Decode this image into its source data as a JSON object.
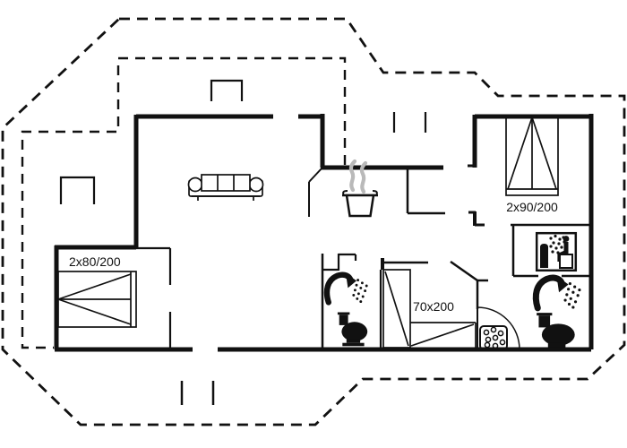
{
  "colors": {
    "ink": "#111111",
    "steam": "#b9b9b9",
    "background": "#ffffff"
  },
  "beds": {
    "double_left": {
      "label": "2x80/200"
    },
    "double_right": {
      "label": "2x90/200"
    },
    "single_l": {
      "label": "70x200"
    }
  },
  "icons": {
    "sofa": "sofa-icon",
    "cooking_pot": "cooking-pot-icon",
    "steam": "steam-icon",
    "shower_head": "shower-head-icon",
    "toilet": "toilet-icon",
    "sauna": "sauna-icon",
    "shower_tray": "shower-tray-icon",
    "window_marker": "window-marker",
    "door_swing": "door-swing-arc",
    "terrace": "terrace-dashed-outline"
  }
}
